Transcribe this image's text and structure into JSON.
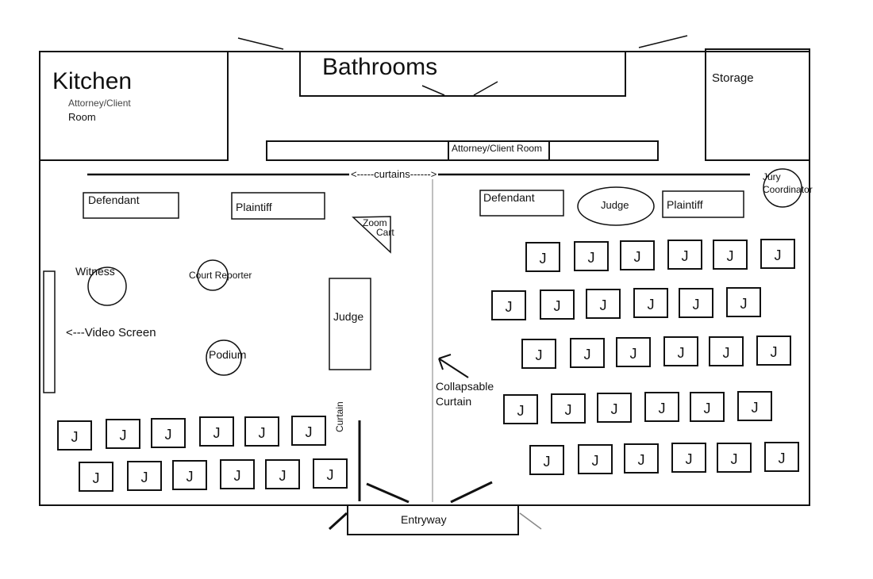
{
  "rooms": {
    "kitchen": "Kitchen",
    "kitchen_sub_1": "Attorney/Client",
    "kitchen_sub_2": "Room",
    "bathrooms": "Bathrooms",
    "storage": "Storage",
    "attorney_client_room": "Attorney/Client Room",
    "entryway": "Entryway"
  },
  "labels": {
    "curtains": "<-----curtains------>",
    "collapsable_1": "Collapsable",
    "collapsable_2": "Curtain",
    "curtain_vertical": "Curtain",
    "video_screen": "<---Video Screen",
    "jury_coordinator_1": "Jury",
    "jury_coordinator_2": "Coordinator"
  },
  "left_courtroom": {
    "defendant": "Defendant",
    "plaintiff": "Plaintiff",
    "zoom_1": "Zoom",
    "zoom_2": "Cart",
    "witness": "Witness",
    "court_reporter": "Court Reporter",
    "judge": "Judge",
    "podium": "Podium"
  },
  "right_courtroom": {
    "defendant": "Defendant",
    "judge": "Judge",
    "plaintiff": "Plaintiff"
  },
  "jury_seat_label": "J",
  "colors": {
    "line": "#111111",
    "curtain_divider": "#aaaaaa"
  }
}
